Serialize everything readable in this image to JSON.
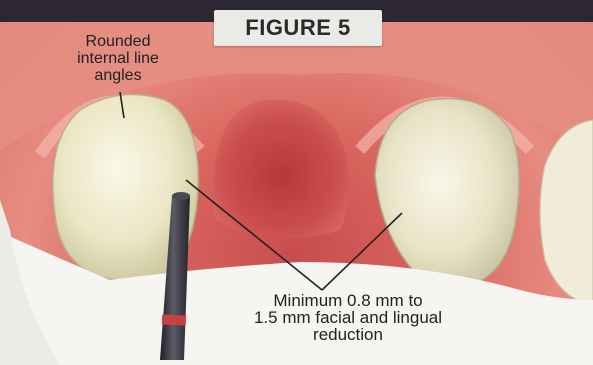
{
  "figure": {
    "label": "FIGURE 5"
  },
  "annotations": {
    "internal_line_angles": [
      "Rounded",
      "internal line",
      "angles"
    ],
    "reduction": [
      "Minimum 0.8 mm to",
      "1.5 mm facial and lingual",
      "reduction"
    ]
  },
  "colors": {
    "gingiva": "#d9675f",
    "tooth": "#ede7cf",
    "bur_shaft": "#3a3a42",
    "bur_band": "#c8413f",
    "label_bg": "#e9ebe7"
  }
}
